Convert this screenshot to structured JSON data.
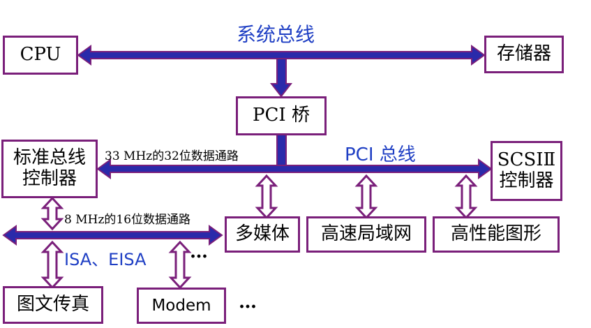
{
  "colors": {
    "bus_outline": "#7a1f7a",
    "bus_fill": "#2a2aaa",
    "bus_label": "#1f3fc4"
  },
  "boxes": {
    "cpu": "CPU",
    "memory": "存储器",
    "pci_bridge": "PCI 桥",
    "std_bus_ctrl_line1": "标准总线",
    "std_bus_ctrl_line2": "控制器",
    "scsi_ctrl_line1": "SCSIⅡ",
    "scsi_ctrl_line2": "控制器",
    "multimedia": "多媒体",
    "high_speed_lan": "高速局域网",
    "high_perf_graphics": "高性能图形",
    "fax": "图文传真",
    "modem": "Modem"
  },
  "labels": {
    "system_bus": "系统总线",
    "pci_bus": "PCI 总线",
    "pci_path": "33 MHz的32位数据通路",
    "isa_path": "8 MHz的16位数据通路",
    "isa_eisa": "ISA、EISA",
    "ellipsis_upper": "…",
    "ellipsis_lower": "…"
  }
}
